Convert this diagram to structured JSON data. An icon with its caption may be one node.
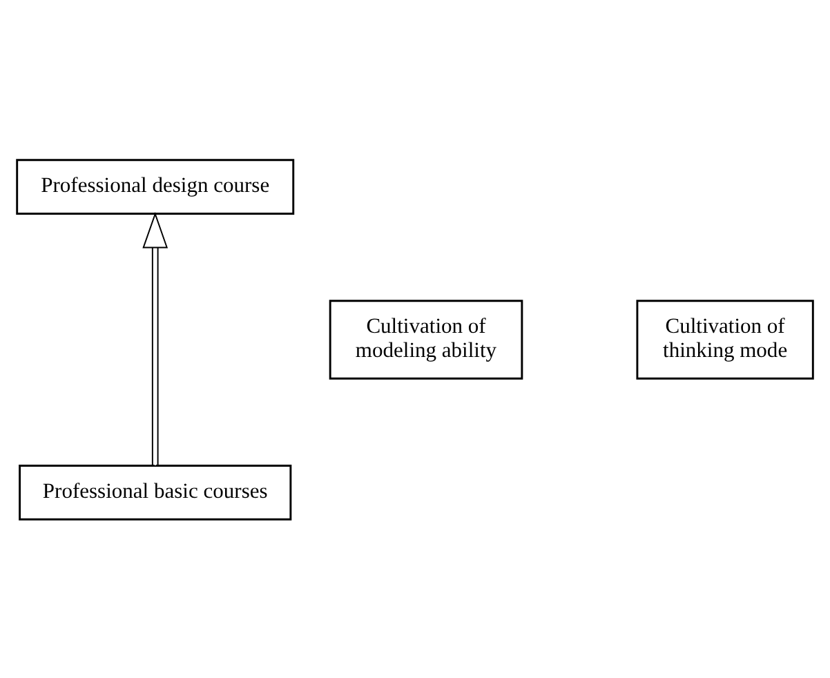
{
  "diagram": {
    "nodes": [
      {
        "text": [
          "Professional design course"
        ]
      },
      {
        "text": [
          "Cultivation of modeling ability"
        ]
      },
      {
        "text": [
          "Cultivation of thinking mode"
        ]
      },
      {
        "text": [
          "Professional basic courses"
        ]
      }
    ],
    "edges": [
      {
        "from": 3,
        "to": 0,
        "arrow": "to"
      }
    ]
  }
}
